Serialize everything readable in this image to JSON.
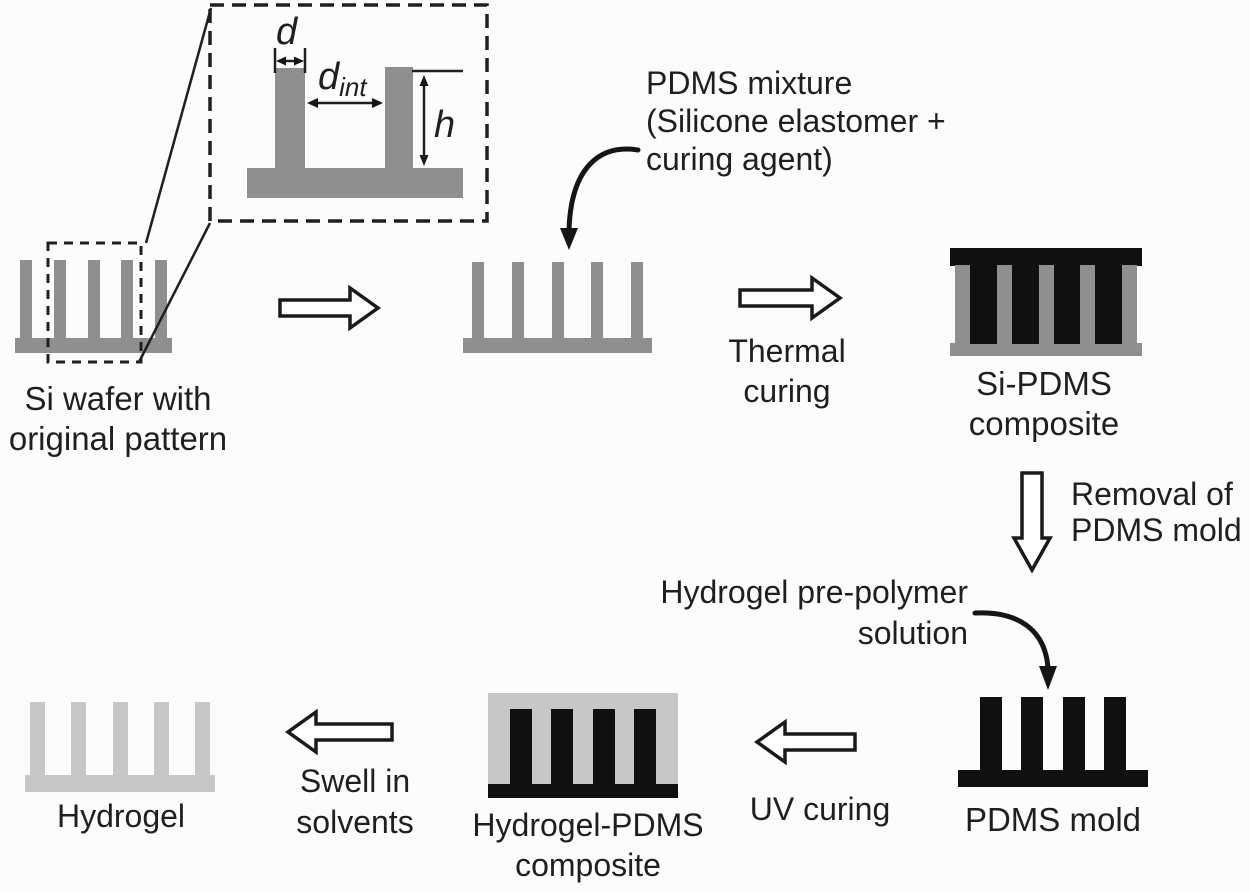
{
  "colors": {
    "silicon_gray": "#8f8f8f",
    "pdms_black": "#101010",
    "hydrogel_gray": "#c7c7c7",
    "text": "#1f1f1f",
    "background": "#fcfcfc"
  },
  "inset": {
    "d_label": "d",
    "d_int_base": "d",
    "d_int_sub": "int",
    "h_label": "h"
  },
  "labels": {
    "si_wafer": [
      "Si wafer with",
      "original pattern"
    ],
    "pdms_mixture": [
      "PDMS mixture",
      "(Silicone elastomer +",
      "curing agent)"
    ],
    "thermal_curing": [
      "Thermal",
      "curing"
    ],
    "si_pdms_composite": [
      "Si-PDMS",
      "composite"
    ],
    "removal": [
      "Removal of",
      "PDMS mold"
    ],
    "hydrogel_prepolymer": [
      "Hydrogel pre-polymer",
      "solution"
    ],
    "pdms_mold": "PDMS mold",
    "uv_curing": "UV curing",
    "hydrogel_pdms_composite": [
      "Hydrogel-PDMS",
      "composite"
    ],
    "swell": [
      "Swell in",
      "solvents"
    ],
    "hydrogel": "Hydrogel"
  }
}
